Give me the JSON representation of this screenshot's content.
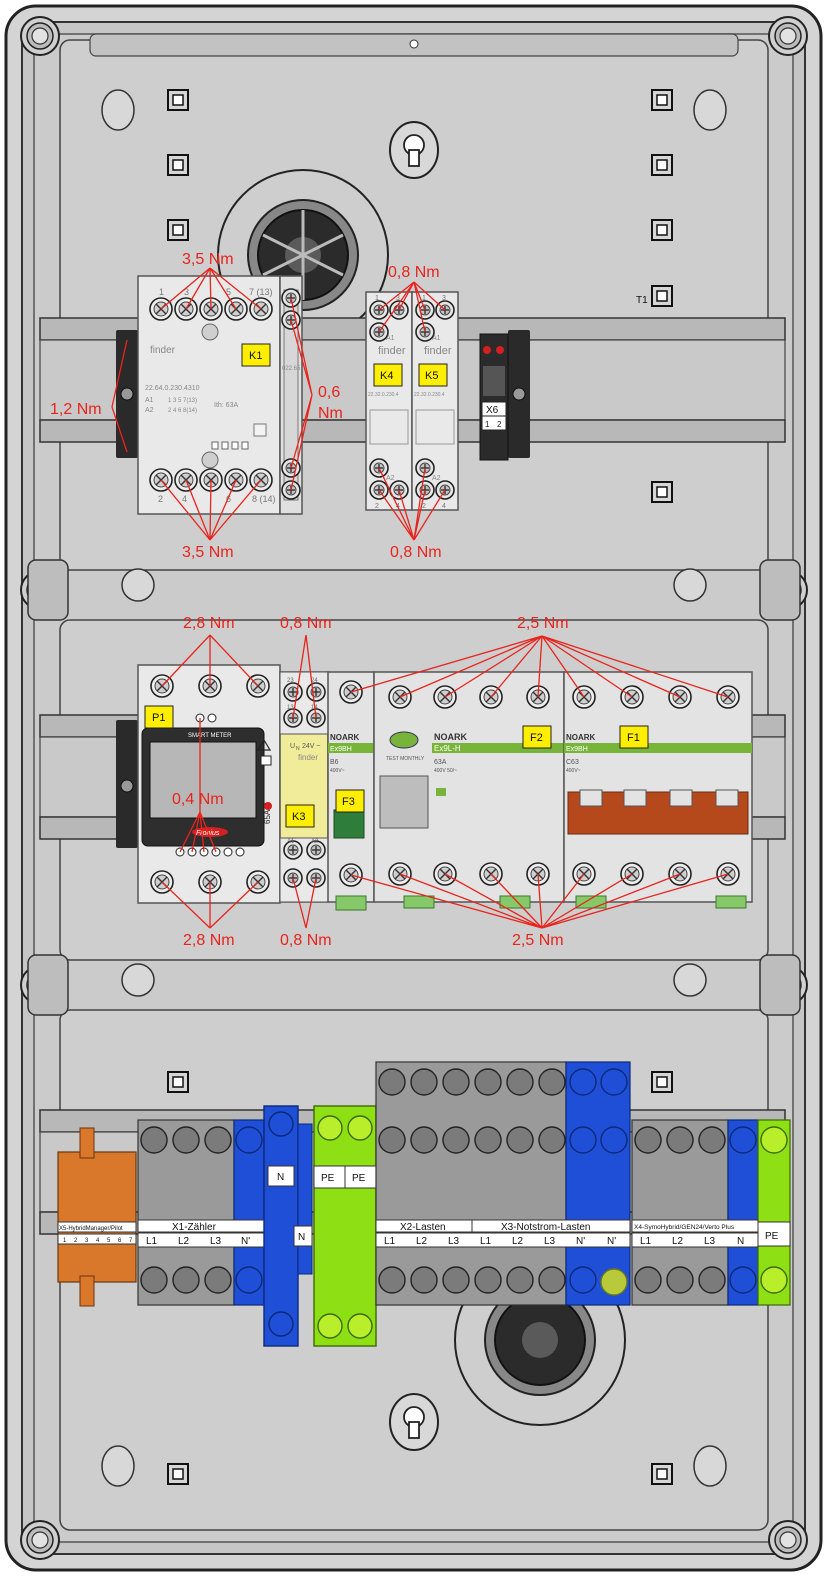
{
  "colors": {
    "enclosure": "#c9c9c9",
    "enclosure_dark": "#4a4a4a",
    "annotation": "#e8241c",
    "tag_fill": "#ffee00",
    "terminal_grey": "#8c8c8c",
    "terminal_blue": "#1f4fd6",
    "terminal_green": "#8ee014",
    "terminal_orange": "#d9782a",
    "din_rail": "#bdbdbd"
  },
  "torque_labels": {
    "k1_top": "3,5 Nm",
    "k1_bottom": "3,5 Nm",
    "k1_left": "1,2 Nm",
    "k1_right_line1": "0,6",
    "k1_right_line2": "Nm",
    "k45_top": "0,8 Nm",
    "k45_bottom": "0,8 Nm",
    "p1_top": "2,8 Nm",
    "p1_bottom": "2,8 Nm",
    "p1_center": "0,4 Nm",
    "k3_top": "0,8 Nm",
    "k3_bottom": "0,8 Nm",
    "f_top": "2,5 Nm",
    "f_bottom": "2,5 Nm"
  },
  "device_tags": {
    "k1": "K1",
    "k4": "K4",
    "k5": "K5",
    "x6": "X6",
    "t1": "T1",
    "p1": "P1",
    "f3": "F3",
    "k3": "K3",
    "f2": "F2",
    "f1": "F1"
  },
  "k1_device": {
    "brand": "finder",
    "model": "22.64.0.230.4310",
    "rating": "Ith: 63A",
    "top_terminals": [
      "1",
      "3",
      "5",
      "7 (13)"
    ],
    "bottom_terminals": [
      "2",
      "4",
      "6",
      "8 (14)"
    ],
    "coil_labels": [
      "A1",
      "A2"
    ],
    "contact_text": "1 3 5 7(13)",
    "contact_text2": "2 4 6 8(14)",
    "aux_model": "022.65"
  },
  "k45_device": {
    "brand": "finder",
    "model": "22.32.0.230.4",
    "terminals_top": [
      "1",
      "3"
    ],
    "terminals_bottom": [
      "2",
      "4"
    ],
    "coil_top": "A1",
    "coil_bottom": "A2",
    "x6_terminals": [
      "1",
      "2"
    ]
  },
  "p1_device": {
    "header": "SMART METER",
    "side_label": "65A-3",
    "brand": "Fronius"
  },
  "k3_device": {
    "voltage": "U",
    "voltage_sub": "N",
    "voltage_value": "24V ~",
    "brand": "finder",
    "terminals_top": [
      "23",
      "24",
      "13",
      "14"
    ],
    "terminals_bottom": [
      "A1",
      "A2"
    ]
  },
  "f3_device": {
    "brand": "NOARK",
    "series": "Ex9BH",
    "rating": "B6",
    "voltage": "400V~"
  },
  "f2_device": {
    "brand": "NOARK",
    "series": "Ex9L-H",
    "rating": "63A",
    "test_label": "TEST MONTHLY",
    "spec_line": "400V 50/~"
  },
  "f1_device": {
    "brand": "NOARK",
    "series": "Ex9BH",
    "rating": "C63",
    "voltage": "400V~"
  },
  "terminal_groups": {
    "x5_label": "X5-HybridManager/Pilot",
    "x5_pins": [
      "1",
      "2",
      "3",
      "4",
      "5",
      "6",
      "7"
    ],
    "x1_label": "X1-Zähler",
    "x1_cells": [
      "L1",
      "L2",
      "L3",
      "N'"
    ],
    "n_bar_top": "N",
    "n_bar_bottom": "N",
    "pe_top": [
      "PE",
      "PE"
    ],
    "x2_label": "X2-Lasten",
    "x2_cells": [
      "L1",
      "L2",
      "L3"
    ],
    "x3_label": "X3-Notstrom-Lasten",
    "x3_cells": [
      "L1",
      "L2",
      "L3",
      "N'",
      "N'"
    ],
    "x4_label": "X4-SymoHybrid/GEN24/Verto Plus",
    "x4_cells": [
      "L1",
      "L2",
      "L3",
      "N"
    ],
    "pe_end": "PE"
  }
}
